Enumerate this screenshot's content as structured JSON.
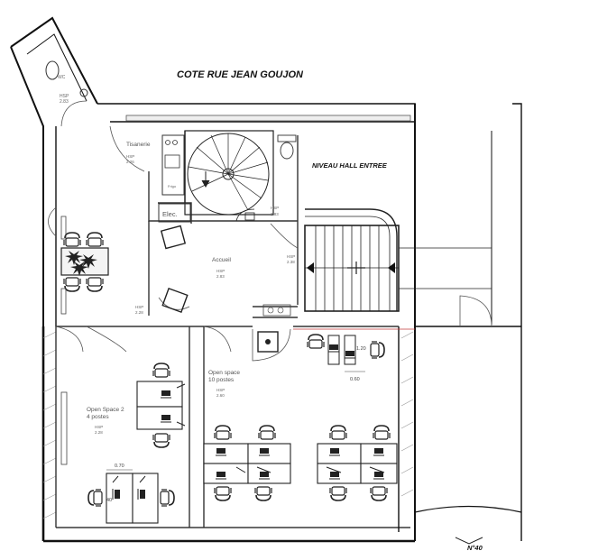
{
  "headings": {
    "street": "COTE RUE JEAN GOUJON",
    "hall": "NIVEAU HALL ENTREE",
    "number": "N°40"
  },
  "rooms": {
    "wc": {
      "name": "WC",
      "hsp_label": "HSP",
      "hsp_value": "2.83"
    },
    "tisanerie": {
      "name": "Tisanerie",
      "hsp_label": "HSP",
      "hsp_value": "2.26"
    },
    "frigo": {
      "name": "Frigo"
    },
    "elec": {
      "name": "Elec."
    },
    "accueil": {
      "name": "Accueil",
      "hsp_label": "HSP",
      "hsp_value": "2.83"
    },
    "stair_hsp": {
      "hsp_label": "HSP",
      "hsp_value": "2.83"
    },
    "corridor": {
      "hsp_label": "HSP",
      "hsp_value": "2.38"
    },
    "west_hsp": {
      "hsp_label": "HSP",
      "hsp_value": "2.28"
    },
    "open_space_2": {
      "name": "Open Space 2",
      "detail": "4 postes",
      "hsp_label": "HSP",
      "hsp_value": "2.28"
    },
    "open_space_10": {
      "name": "Open space",
      "detail": "10 postes",
      "hsp_label": "HSP",
      "hsp_value": "2.60"
    }
  },
  "dimensions": {
    "d1": "1.20",
    "d2": "0.60",
    "d3": "0.70",
    "d4": "40"
  },
  "colors": {
    "wall": "#111111",
    "line": "#333333",
    "thin": "#777777",
    "hatch": "#999999",
    "plant": "#222222",
    "accent_red": "#c23b3b"
  },
  "icons": [
    "door-swing-icon",
    "spiral-stair-icon",
    "arrow-left-icon",
    "chair-icon",
    "desk-icon",
    "computer-icon",
    "plant-icon",
    "toilet-icon",
    "sink-icon"
  ]
}
